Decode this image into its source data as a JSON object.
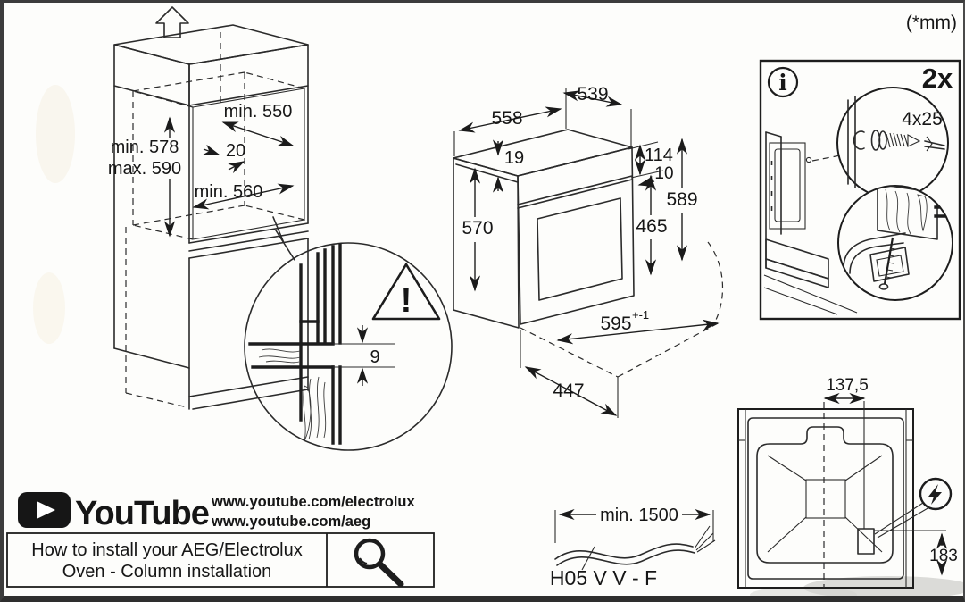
{
  "page": {
    "units_note": "(*mm)"
  },
  "icons": {
    "info": "i",
    "warning": "!"
  },
  "cabinet": {
    "niche_depth_label": "min. 550",
    "height_min_label": "min. 578",
    "height_max_label": "max. 590",
    "rear_gap_label": "20",
    "depth_bottom_label": "min. 560",
    "panel_gap_label": "9"
  },
  "oven": {
    "depth_label": "558",
    "top_width_label": "539",
    "top_inset_label": "19",
    "panel_height_label": "114",
    "panel_gap_label": "10",
    "total_height_label": "589",
    "body_height_label": "570",
    "door_height_label": "465",
    "front_width_label": "595",
    "front_width_tolerance": "+-1",
    "door_depth_label": "447"
  },
  "hardware": {
    "quantity_label": "2x",
    "screw_label": "4x25"
  },
  "rear_panel": {
    "horizontal_offset_label": "137,5",
    "vertical_offset_label": "183"
  },
  "cable": {
    "length_label": "min. 1500",
    "type_label": "H05 V V - F"
  },
  "youtube": {
    "brand": "YouTube",
    "url_electrolux": "www.youtube.com/electrolux",
    "url_aeg": "www.youtube.com/aeg",
    "title_line1": "How to install your AEG/Electrolux",
    "title_line2": "Oven - Column installation"
  }
}
